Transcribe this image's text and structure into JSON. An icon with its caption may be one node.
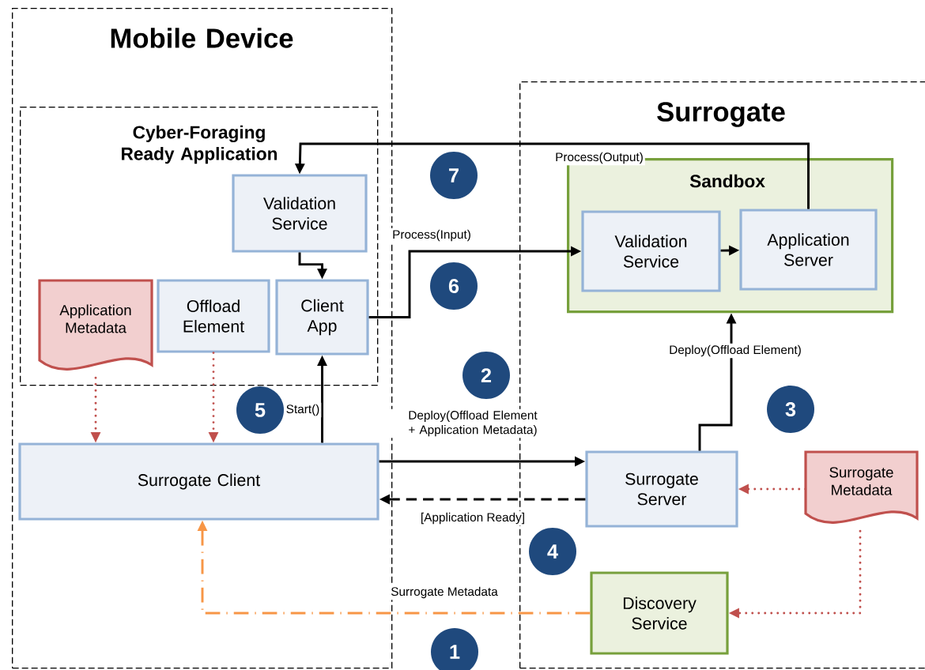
{
  "diagram": {
    "nodes": [
      {
        "text": [
          "Mobile Device"
        ]
      },
      {
        "text": [
          "Cyber-Foraging Ready Application"
        ],
        "in": 0
      },
      {
        "text": [
          "Validation Service"
        ],
        "in": 1
      },
      {
        "text": [
          "Application Metadata"
        ],
        "in": 1
      },
      {
        "text": [
          "Offload Element"
        ],
        "in": 1
      },
      {
        "text": [
          "Client App"
        ],
        "in": 1
      },
      {
        "text": [
          "Surrogate Client"
        ],
        "in": 0
      },
      {
        "text": [
          "Surrogate"
        ]
      },
      {
        "text": [
          "Sandbox"
        ],
        "in": 7
      },
      {
        "text": [
          "Validation Service"
        ],
        "in": 8
      },
      {
        "text": [
          "Application Server"
        ],
        "in": 8
      },
      {
        "text": [
          "Surrogate Server"
        ],
        "in": 7
      },
      {
        "text": [
          "Surrogate Metadata"
        ],
        "in": 7
      },
      {
        "text": [
          "Discovery Service"
        ],
        "in": 7
      },
      {
        "text": [
          "7"
        ]
      },
      {
        "text": [
          "6"
        ]
      },
      {
        "text": [
          "2"
        ]
      },
      {
        "text": [
          "5"
        ],
        "in": 0
      },
      {
        "text": [
          "3"
        ],
        "in": 7
      },
      {
        "text": [
          "4"
        ],
        "in": 7
      },
      {
        "text": [
          "1"
        ]
      }
    ],
    "edges": [
      {
        "from": 10,
        "to": 2,
        "arrow": "to",
        "label": "Process(Output)"
      },
      {
        "from": 2,
        "to": 5,
        "arrow": "to"
      },
      {
        "from": 5,
        "to": 9,
        "arrow": "to",
        "label": "Process(Input)"
      },
      {
        "from": 9,
        "to": 10,
        "arrow": "to"
      },
      {
        "from": 3,
        "to": 6,
        "arrow": "to",
        "style": "dashed",
        "color": "#c0504d"
      },
      {
        "from": 4,
        "to": 6,
        "arrow": "to",
        "style": "dashed",
        "color": "#c0504d"
      },
      {
        "from": 6,
        "to": 5,
        "arrow": "to",
        "label": "Start()"
      },
      {
        "from": 6,
        "to": 11,
        "arrow": "to",
        "label": "Deploy(Offload Element + Application Metadata)"
      },
      {
        "from": 11,
        "to": 6,
        "arrow": "to",
        "label": "[Application Ready]",
        "style": "dashed"
      },
      {
        "from": 11,
        "to": 8,
        "arrow": "to",
        "label": "Deploy(Offload Element)"
      },
      {
        "from": 12,
        "to": 11,
        "arrow": "to",
        "style": "dashed",
        "color": "#c0504d"
      },
      {
        "from": 12,
        "to": 13,
        "arrow": "to",
        "style": "dashed",
        "color": "#c0504d"
      },
      {
        "from": 13,
        "to": 6,
        "arrow": "to",
        "label": "Surrogate Metadata",
        "style": "dashed",
        "color": "#f79646"
      }
    ]
  }
}
